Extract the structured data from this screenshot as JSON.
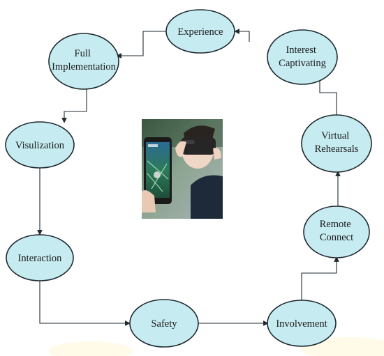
{
  "diagram": {
    "nodes": [
      {
        "id": "experience",
        "label": [
          "Experience"
        ]
      },
      {
        "id": "interest",
        "label": [
          "Interest",
          "Captivating"
        ]
      },
      {
        "id": "full",
        "label": [
          "Full",
          "Implementation"
        ]
      },
      {
        "id": "visualization",
        "label": [
          "Visulization"
        ]
      },
      {
        "id": "interaction",
        "label": [
          "Interaction"
        ]
      },
      {
        "id": "safety",
        "label": [
          "Safety"
        ]
      },
      {
        "id": "involvement",
        "label": [
          "Involvement"
        ]
      },
      {
        "id": "remote",
        "label": [
          "Remote",
          "Connect"
        ]
      },
      {
        "id": "virtual",
        "label": [
          "Virtual",
          "Rehearsals"
        ]
      }
    ],
    "edges": [
      {
        "from": "interest",
        "to": "experience"
      },
      {
        "from": "experience",
        "to": "full"
      },
      {
        "from": "full",
        "to": "visualization"
      },
      {
        "from": "visualization",
        "to": "interaction"
      },
      {
        "from": "interaction",
        "to": "safety"
      },
      {
        "from": "safety",
        "to": "involvement"
      },
      {
        "from": "involvement",
        "to": "remote"
      },
      {
        "from": "remote",
        "to": "virtual"
      },
      {
        "from": "virtual",
        "to": "interest"
      }
    ],
    "center_image": "photo of a person wearing a VR headset next to a smartphone showing an AR map game",
    "colors": {
      "node_fill": "#c6ecf1",
      "node_stroke": "#1f2a30",
      "connector": "#1f2a30"
    }
  }
}
